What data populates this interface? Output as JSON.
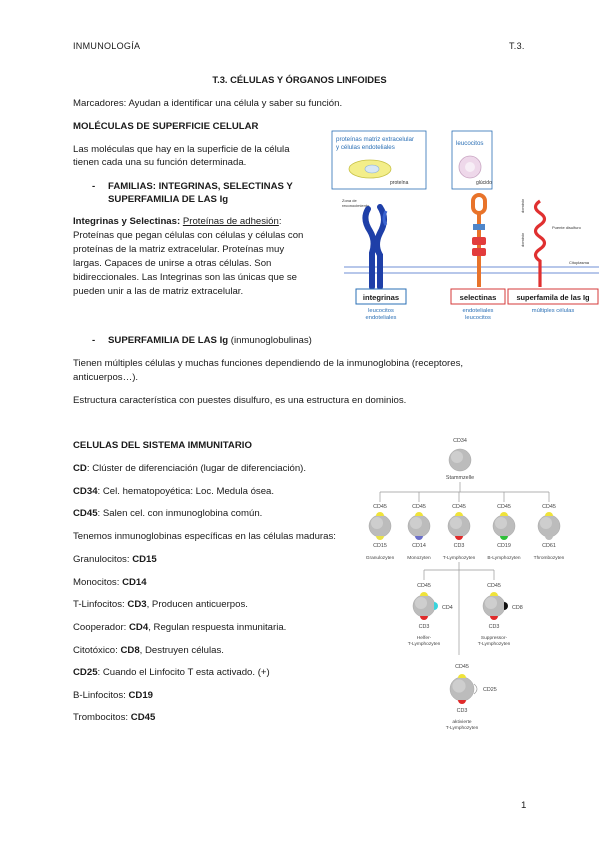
{
  "header": {
    "left": "INMUNOLOGÍA",
    "right": "T.3."
  },
  "title": "T.3. CÉLULAS Y ÓRGANOS LINFOIDES",
  "marcadores": "Marcadores: Ayudan a identificar una célula y saber su función.",
  "section1": {
    "heading": "MOLÉCULAS DE SUPERFICIE CELULAR",
    "para_lines": [
      "Las moléculas que hay en la superficie de la célula",
      "tienen cada una su función determinada."
    ],
    "bullet_marker": "-",
    "bullet_lines": [
      "FAMILIAS: INTEGRINAS, SELECTINAS Y",
      "SUPERFAMILIA DE LAS Ig"
    ],
    "integ_bold": "Integrinas y Selectinas:",
    "integ_underline": "Proteínas de adhesión",
    "integ_colon": ":",
    "integ_lines": [
      "Proteínas que pegan células con células y células con",
      "proteínas de la matriz extracelular. Proteínas muy",
      "largas. Capaces de unirse a otras células. Son",
      "bidireccionales. Las Integrinas son las únicas que se",
      "pueden unir a las de matriz extracelular."
    ]
  },
  "figure1": {
    "box1_lines": [
      "proteínas matriz extracelular",
      "y células endoteliales"
    ],
    "box1_tag": "proteína",
    "box2_label": "leucocitos",
    "box2_tag": "glúcido",
    "zona_lines": [
      "Zona de",
      "reconocimiento"
    ],
    "puente": "Puente disulfuro",
    "dominio": "dominio",
    "citoplasma": "Citoplasma",
    "labels": [
      {
        "title": "integrinas",
        "sub_lines": [
          "leucocitos",
          "endoteliales"
        ]
      },
      {
        "title": "selectinas",
        "sub_lines": [
          "endoteliales",
          "leucocitos"
        ]
      },
      {
        "title": "superfamila de las Ig",
        "sub_lines": [
          "múltiples células"
        ]
      }
    ],
    "colors": {
      "integrin": "#1e3fa8",
      "selectin": "#e8732a",
      "selectin_box": "#e23c3c",
      "ig": "#e03030",
      "membrane": "#6f8fd6",
      "border_blue": "#2a6fb5",
      "border_red": "#d43a3a"
    }
  },
  "section2": {
    "bullet_marker": "-",
    "heading_bold": "SUPERFAMILIA DE LAS Ig",
    "heading_rest": " (inmunoglobulinas)",
    "lines": [
      "Tienen múltiples células y muchas funciones dependiendo de la inmunoglobina (receptores,",
      "anticuerpos…)."
    ],
    "structure": "Estructura característica con puestes disulfuro, es una estructura en dominios."
  },
  "section3": {
    "heading": "CELULAS DEL SISTEMA IMMUNITARIO",
    "items": [
      {
        "bold": "CD",
        "rest": ": Clúster de diferenciación (lugar de diferenciación)."
      },
      {
        "bold": "CD34",
        "rest": ": Cel. hematopoyética: Loc. Medula ósea."
      },
      {
        "bold": "CD45",
        "rest": ": Salen cel. con inmunoglobina común."
      },
      {
        "bold": "",
        "rest": "Tenemos inmunoglobinas específicas en las células maduras:"
      },
      {
        "pre": "Granulocitos: ",
        "bold": "CD15",
        "rest": ""
      },
      {
        "pre": "Monocitos: ",
        "bold": "CD14",
        "rest": ""
      },
      {
        "pre": "T-Linfocitos: ",
        "bold": "CD3",
        "rest": ", Producen anticuerpos."
      },
      {
        "pre": "Cooperador: ",
        "bold": "CD4",
        "rest": ", Regulan respuesta inmunitaria."
      },
      {
        "pre": "Citotóxico: ",
        "bold": "CD8",
        "rest": ", Destruyen células."
      },
      {
        "pre": "",
        "bold": "CD25",
        "rest": ": Cuando el Linfocito T esta activado. (+)"
      },
      {
        "pre": "B-Linfocitos: ",
        "bold": "CD19",
        "rest": ""
      },
      {
        "pre": "Trombocitos: ",
        "bold": "CD45",
        "rest": ""
      }
    ]
  },
  "tree": {
    "root_top": "CD34",
    "root_bottom": "Stammzelle",
    "children": [
      {
        "top": "CD45",
        "bottom": "CD15",
        "name": "Granulozyten",
        "marker": "#e8e14a"
      },
      {
        "top": "CD45",
        "bottom": "CD14",
        "name": "Monozyten",
        "marker": "#6a6fc9"
      },
      {
        "top": "CD45",
        "bottom": "CD3",
        "name": "T-Lymphozyten",
        "marker": "#e02a2a"
      },
      {
        "top": "CD45",
        "bottom": "CD19",
        "name": "B-Lymphozyten",
        "marker": "#2fbf3a"
      },
      {
        "top": "CD45",
        "bottom": "CD61",
        "name": "Thrombozyten",
        "marker": "#bdbdbd"
      }
    ],
    "helper": {
      "top": "CD45",
      "side": "CD4",
      "bottom": "CD3",
      "name_lines": [
        "Helfer-",
        "T-Lymphozyten"
      ]
    },
    "suppressor": {
      "top": "CD45",
      "side": "CD8",
      "bottom": "CD3",
      "name_lines": [
        "Suppressor-",
        "T-Lymphozyten"
      ]
    },
    "activated": {
      "top": "CD45",
      "side": "CD25",
      "bottom": "CD3",
      "name_lines": [
        "aktivierte",
        "T-Lymphozyten"
      ]
    },
    "colors": {
      "cd45": "#efe33a",
      "cd4": "#39d4dc",
      "cd8": "#111111",
      "cd3": "#e02a2a",
      "line": "#999999"
    }
  },
  "page_number": "1"
}
